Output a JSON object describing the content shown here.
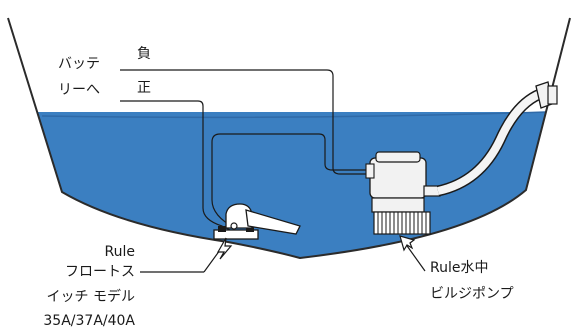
{
  "labels": {
    "battery": [
      "バッテ",
      "リーへ"
    ],
    "negative": "負",
    "positive": "正",
    "float_switch": [
      "Rule",
      "フロートス",
      "イッチ モデル",
      "35A/37A/40A"
    ],
    "pump": [
      "Rule水中",
      "ビルジポンプ"
    ]
  },
  "colors": {
    "water": "#3b7fc1",
    "water_edge": "#2f6aa8",
    "hull_line": "#2b2b2b",
    "pump_body": "#f2f2f2",
    "wire": "#1a1a1a"
  },
  "icons": [
    "boat-hull",
    "bilge-water",
    "float-switch",
    "bilge-pump",
    "discharge-hose",
    "wire"
  ]
}
